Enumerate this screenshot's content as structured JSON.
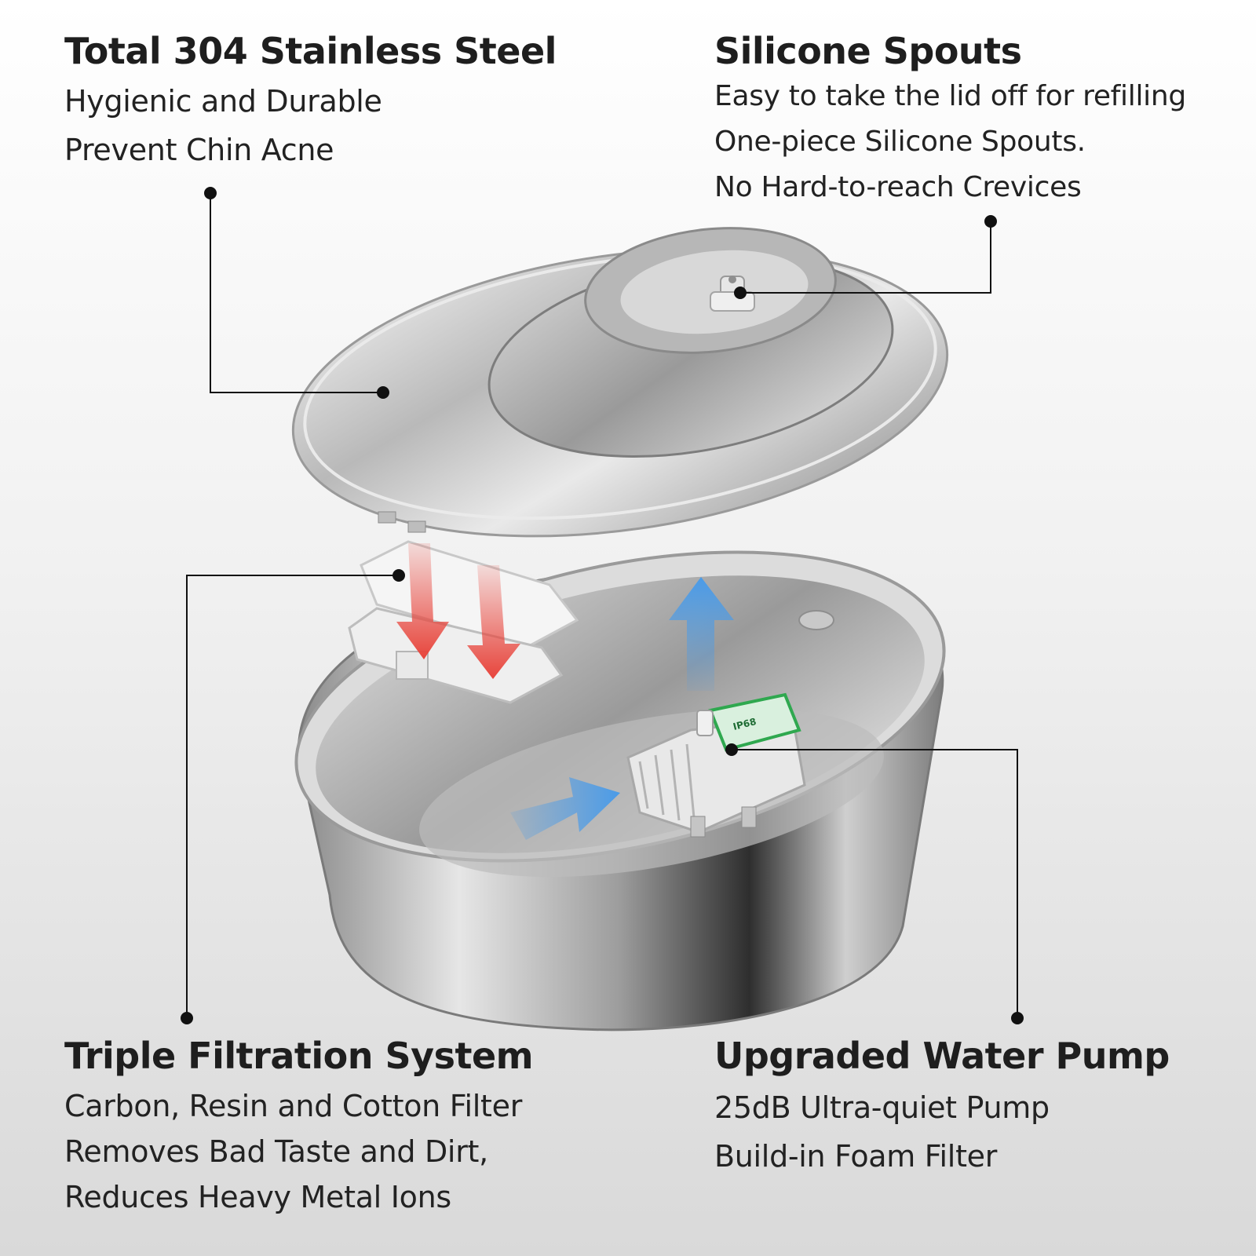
{
  "callouts": {
    "steel": {
      "title": "Total 304 Stainless Steel",
      "lines": [
        "Hygienic and Durable",
        "Prevent Chin Acne"
      ]
    },
    "spouts": {
      "title": "Silicone Spouts",
      "lines": [
        "Easy to take the lid off for refilling",
        "One-piece Silicone Spouts.",
        "No Hard-to-reach Crevices"
      ]
    },
    "filtration": {
      "title": "Triple Filtration System",
      "lines": [
        "Carbon, Resin and Cotton Filter",
        "Removes Bad Taste and Dirt,",
        "Reduces Heavy Metal Ions"
      ]
    },
    "pump": {
      "title": "Upgraded Water Pump",
      "lines": [
        "25dB Ultra-quiet Pump",
        "Build-in Foam Filter"
      ]
    }
  },
  "pump_label": {
    "rating": "IP68"
  },
  "colors": {
    "flow_in_arrow": "#e8453c",
    "flow_out_arrow": "#4a9be8",
    "leader_line": "#111111",
    "pump_label": "#2fa84f"
  },
  "icons": [
    "red-down-arrow-icon",
    "blue-up-arrow-icon",
    "blue-right-arrow-icon"
  ]
}
